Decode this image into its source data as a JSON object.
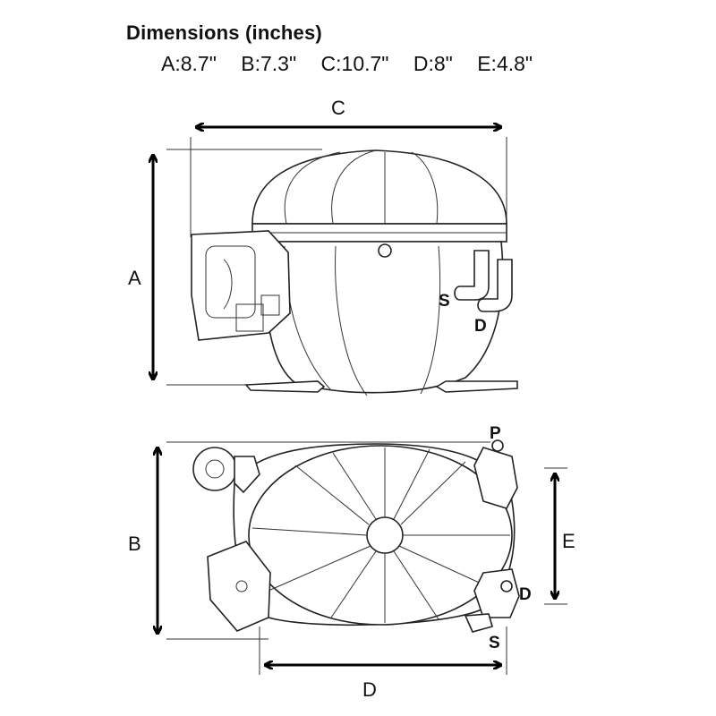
{
  "title": "Dimensions  (inches)",
  "dimensions": [
    {
      "key": "A",
      "text": "A:8.7\""
    },
    {
      "key": "B",
      "text": "B:7.3\""
    },
    {
      "key": "C",
      "text": "C:10.7\""
    },
    {
      "key": "D",
      "text": "D:8\""
    },
    {
      "key": "E",
      "text": "E:4.8\""
    }
  ],
  "labels": {
    "a": "A",
    "b": "B",
    "c": "C",
    "d": "D",
    "e": "E"
  },
  "ports": {
    "side_suction": "S",
    "side_discharge": "D",
    "top_process": "P",
    "top_discharge": "D",
    "top_suction": "S"
  }
}
